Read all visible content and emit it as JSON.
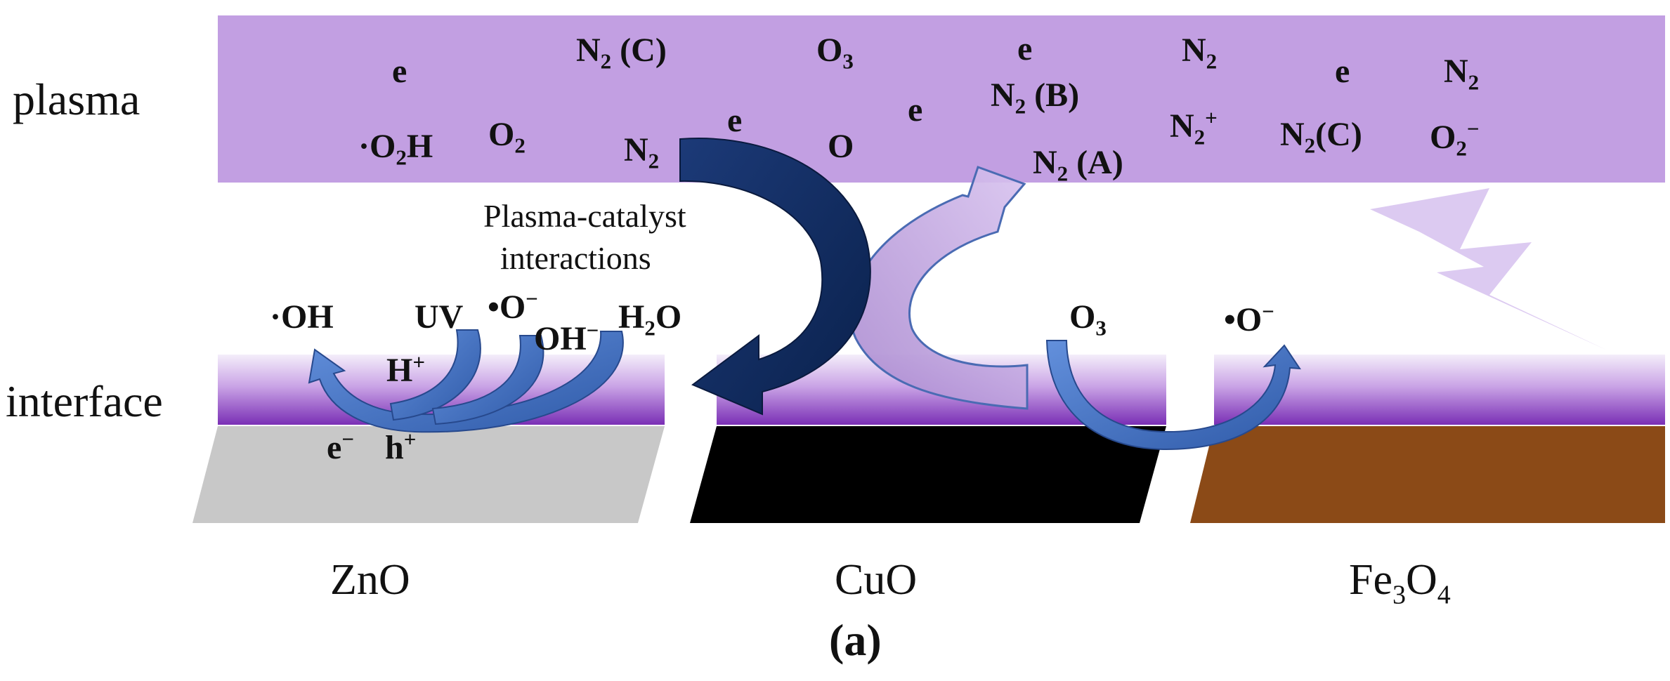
{
  "regions": {
    "plasma": "plasma",
    "interface": "interface"
  },
  "central_label": {
    "line1": "Plasma-catalyst",
    "line2": "interactions"
  },
  "plasma_species": [
    {
      "base": "e"
    },
    {
      "base": "N",
      "sub": "2",
      "rest": " (C)"
    },
    {
      "base": "O",
      "sub": "3"
    },
    {
      "base": "e"
    },
    {
      "base": "N",
      "sub": "2"
    },
    {
      "base": "e"
    },
    {
      "base": "N",
      "sub": "2"
    },
    {
      "pre": "·",
      "base": "O",
      "sub": "2",
      "rest": "H"
    },
    {
      "base": "O",
      "sub": "2"
    },
    {
      "base": "N",
      "sub": "2"
    },
    {
      "base": "e"
    },
    {
      "base": "O"
    },
    {
      "base": "e"
    },
    {
      "base": "N",
      "sub": "2",
      "rest": " (B)"
    },
    {
      "base": "N",
      "sub": "2",
      "rest": " (A)"
    },
    {
      "base": "N",
      "sub": "2",
      "sup": "+"
    },
    {
      "base": "N",
      "sub": "2",
      "rest": "(C)"
    },
    {
      "base": "O",
      "sub": "2",
      "sup": "−"
    }
  ],
  "surface_species": [
    {
      "pre": "·",
      "base": "OH"
    },
    {
      "base": "UV"
    },
    {
      "pre": "•",
      "base": "O",
      "sup": "−"
    },
    {
      "base": "OH",
      "sup": "−"
    },
    {
      "base": "H",
      "sub": "2",
      "rest": "O"
    },
    {
      "base": "H",
      "sup": "+"
    },
    {
      "base": "e",
      "sup": "−"
    },
    {
      "base": "h",
      "sup": "+"
    },
    {
      "base": "O",
      "sub": "3"
    },
    {
      "pre": "•",
      "base": "O",
      "sup": "−"
    }
  ],
  "catalysts": [
    {
      "name": "ZnO",
      "color": "#c8c8c8",
      "label": {
        "base": "ZnO"
      }
    },
    {
      "name": "CuO",
      "color": "#000000",
      "label": {
        "base": "CuO"
      }
    },
    {
      "name": "Fe3O4",
      "color": "#8b4a17",
      "label": {
        "base": "Fe",
        "sub": "3",
        "rest": "O",
        "sub2": "4"
      }
    }
  ],
  "panel_label": "(a)",
  "colors": {
    "plasma_band": "#c29fe2",
    "interface_top": "#f4eefa",
    "interface_bottom": "#7a2fb5",
    "arrow_dark": "#0d2a5c",
    "arrow_blue": "#3d6bbf",
    "arrow_light": "#c3a6e3",
    "lightning": "#dccaf1"
  }
}
